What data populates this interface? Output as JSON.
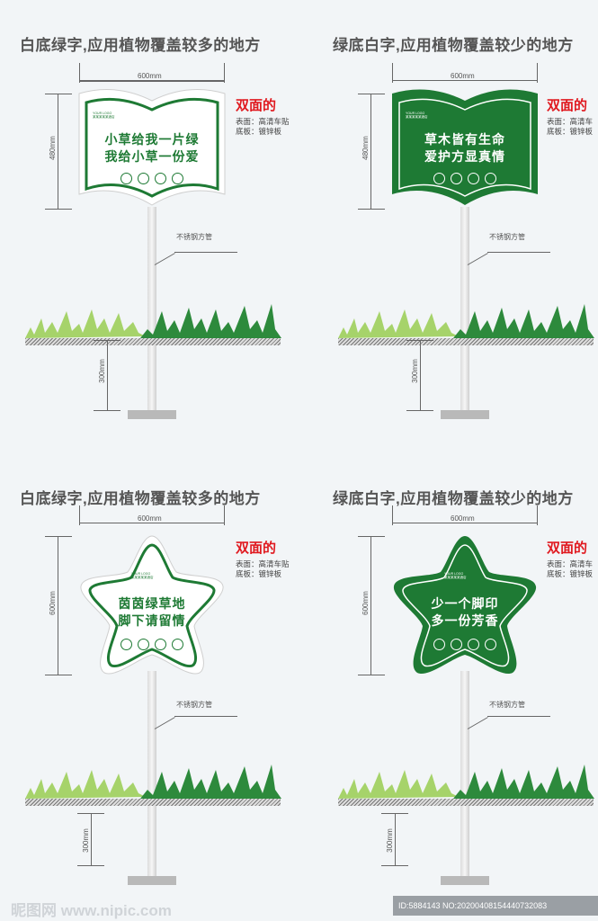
{
  "panels": [
    {
      "heading": "白底绿字,应用植物覆盖较多的地方",
      "width_label": "600mm",
      "height_label": "480mm",
      "depth_label": "300mm",
      "double": "双面的",
      "spec1": "表面：高清车贴",
      "spec2": "底板：镀锌板",
      "pole_label": "不锈钢方管",
      "sign_text": [
        "小草给我一片绿",
        "我给小草一份爱"
      ],
      "logo": [
        "YOUR LOGO",
        "某某某某某酒店"
      ],
      "style": "white"
    },
    {
      "heading": "绿底白字,应用植物覆盖较少的地方",
      "width_label": "600mm",
      "height_label": "480mm",
      "depth_label": "300mm",
      "double": "双面的",
      "spec1": "表面：高清车",
      "spec2": "底板：镀锌板",
      "pole_label": "不锈钢方管",
      "sign_text": [
        "草木皆有生命",
        "爱护方显真情"
      ],
      "logo": [
        "YOUR LOGO",
        "某某某某某酒店"
      ],
      "style": "green"
    },
    {
      "heading": "白底绿字,应用植物覆盖较多的地方",
      "width_label": "600mm",
      "height_label": "600mm",
      "depth_label": "300mm",
      "double": "双面的",
      "spec1": "表面：高清车贴",
      "spec2": "底板：镀锌板",
      "pole_label": "不锈钢方管",
      "sign_text": [
        "茵茵绿草地",
        "脚下请留情"
      ],
      "logo": [
        "YOUR LOGO",
        "某某某某某酒店"
      ],
      "style": "white"
    },
    {
      "heading": "绿底白字,应用植物覆盖较少的地方",
      "width_label": "600mm",
      "height_label": "600mm",
      "depth_label": "300mm",
      "double": "双面的",
      "spec1": "表面：高清车",
      "spec2": "底板：镀锌板",
      "pole_label": "不锈钢方管",
      "sign_text": [
        "少一个脚印",
        "多一份芳香"
      ],
      "logo": [
        "YOUR LOGO",
        "某某某某某酒店"
      ],
      "style": "green"
    }
  ],
  "colors": {
    "green": "#1e7a34",
    "light_grass": "#a6d36a",
    "dark_grass": "#2d8a3c",
    "red": "#e0191f"
  },
  "footer": {
    "watermark": "昵图网 www.nipic.com",
    "id_text": "ID:5884143 NO:20200408154440732083"
  }
}
